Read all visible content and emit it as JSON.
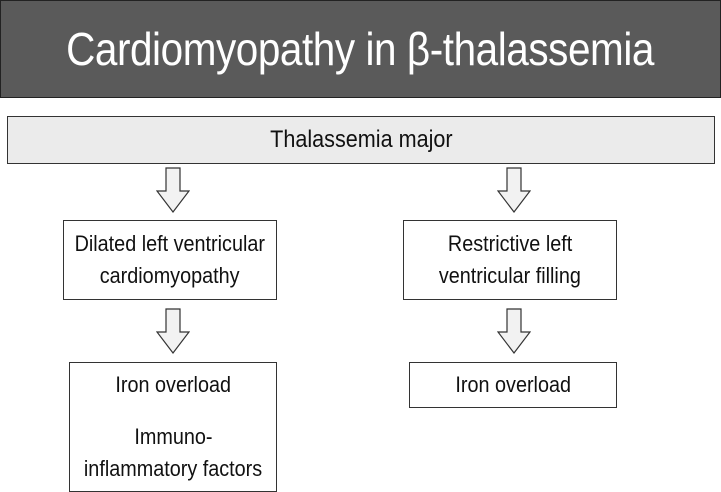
{
  "title": "Cardiomyopathy in β-thalassemia",
  "nodes": {
    "root": "Thalassemia major",
    "left_mid": [
      "Dilated left ventricular",
      "cardiomyopathy"
    ],
    "right_mid": [
      "Restrictive left",
      "ventricular filling"
    ],
    "left_bottom": {
      "cause_1": "Iron overload",
      "cause_2": [
        "Immuno-",
        "inflammatory factors"
      ]
    },
    "right_bottom": "Iron overload"
  },
  "colors": {
    "title_background": "#5a5a5a",
    "title_text": "#ffffff",
    "root_background": "#ebebeb",
    "arrow_fill": "#f2f2f2",
    "border": "#333333"
  }
}
